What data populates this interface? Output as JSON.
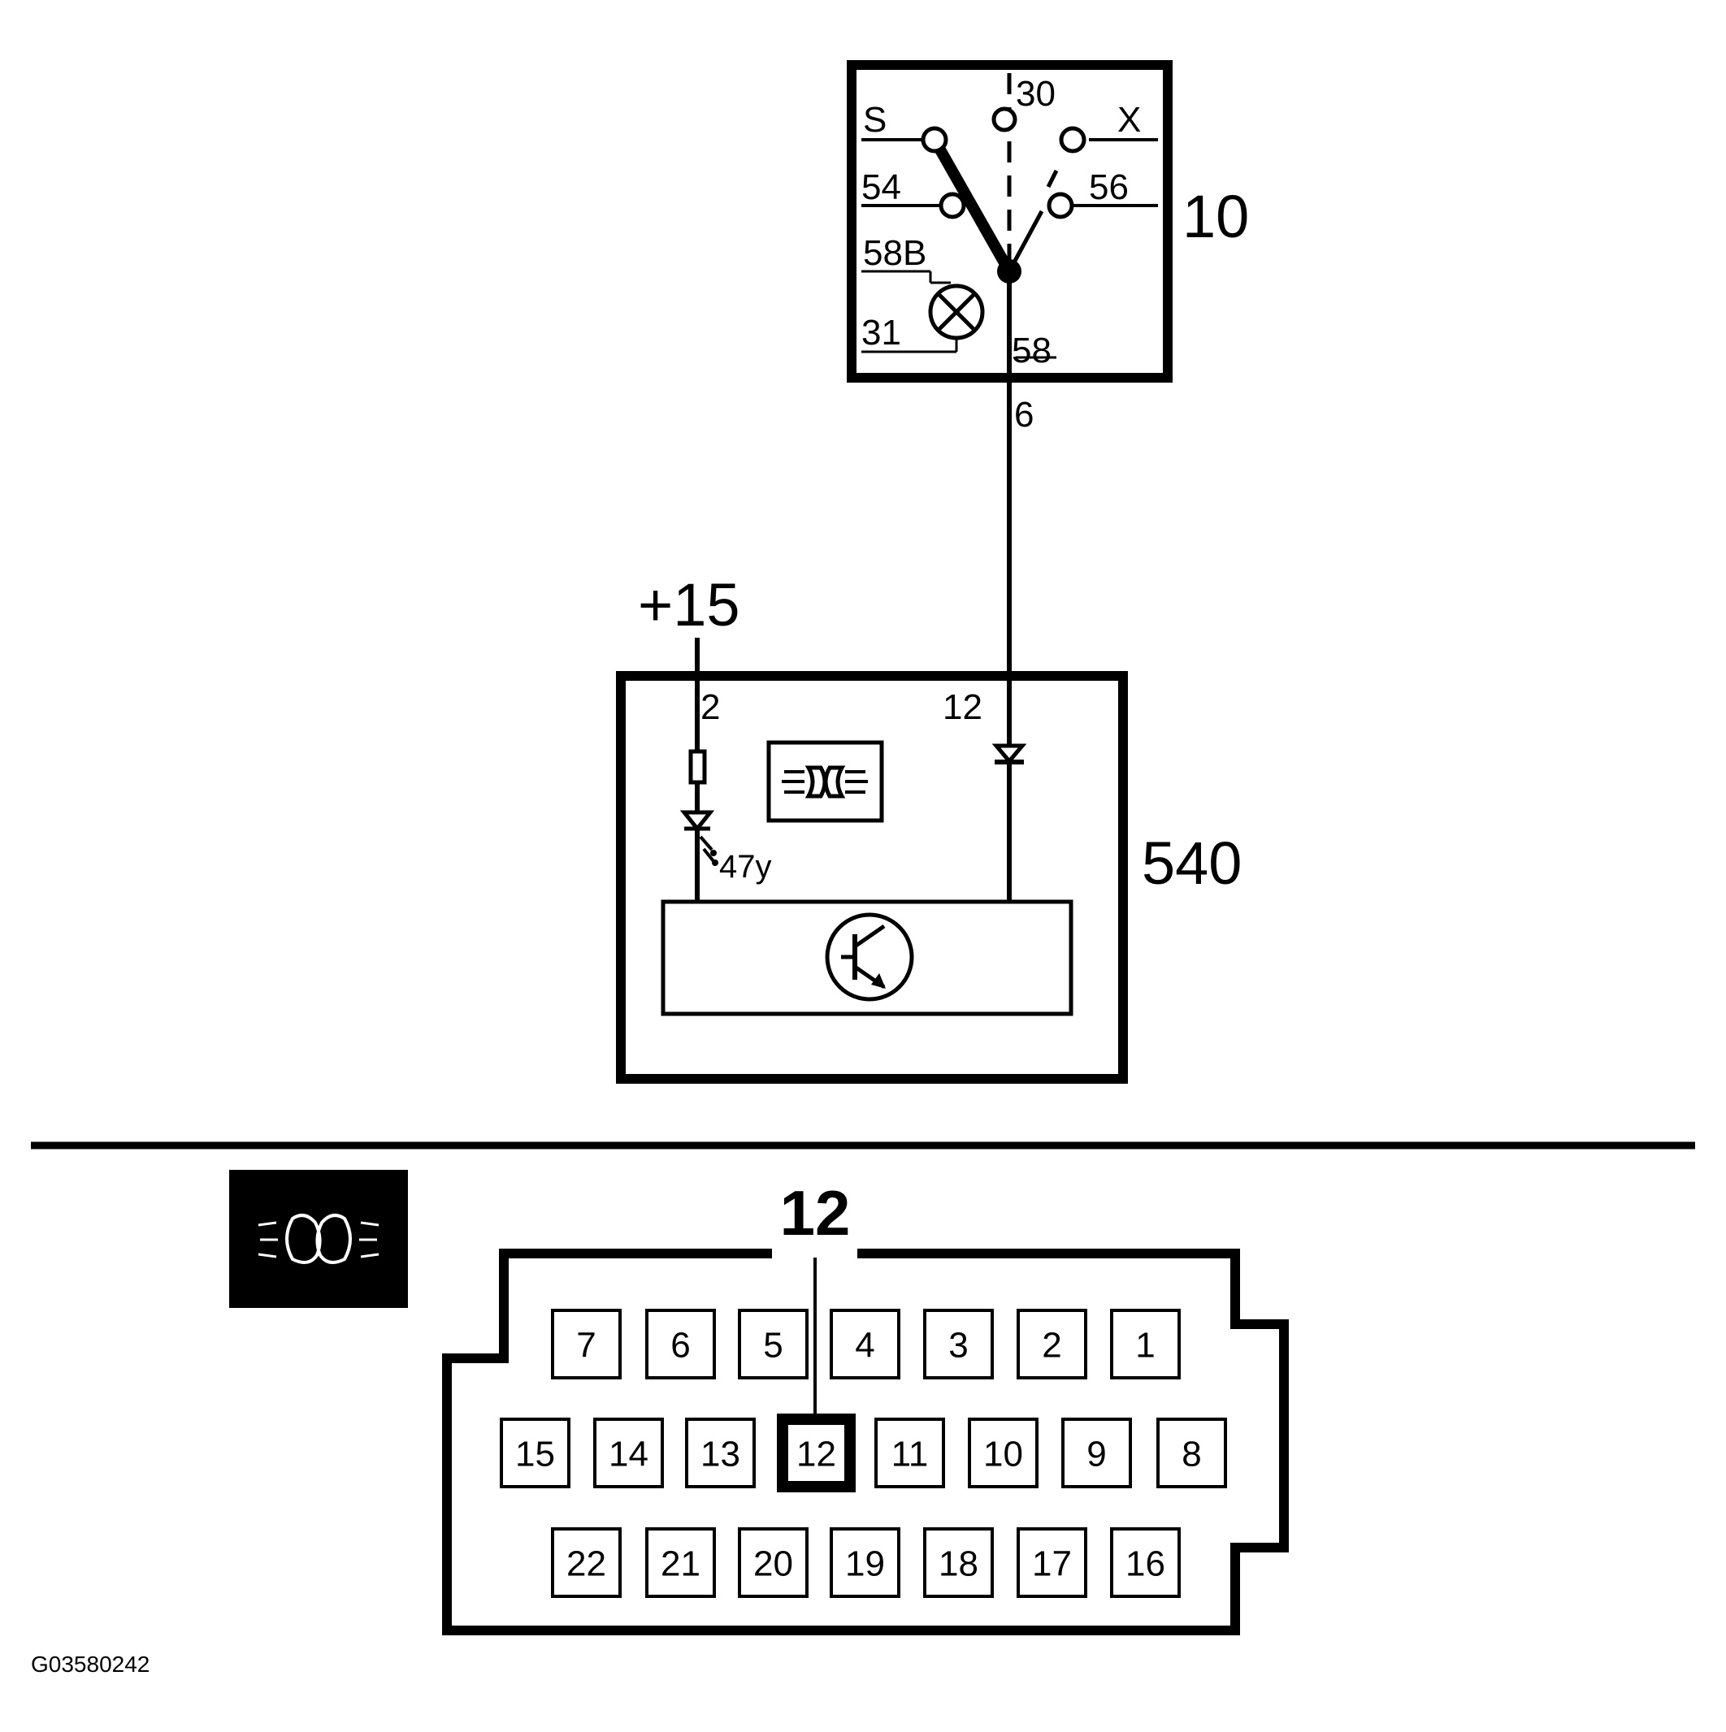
{
  "switch_component": {
    "id": "10",
    "terminals": {
      "s": "S",
      "t30": "30",
      "x": "X",
      "t54": "54",
      "t56": "56",
      "t58b": "58B",
      "t31": "31",
      "t58": "58"
    },
    "wire_label": "6"
  },
  "module_component": {
    "id": "540",
    "supply": "+15",
    "pin_left": "2",
    "pin_right": "12",
    "led_label": "47y"
  },
  "connector": {
    "highlighted_pin": "12",
    "row1": [
      "7",
      "6",
      "5",
      "4",
      "3",
      "2",
      "1"
    ],
    "row2": [
      "15",
      "14",
      "13",
      "12",
      "11",
      "10",
      "9",
      "8"
    ],
    "row3": [
      "22",
      "21",
      "20",
      "19",
      "18",
      "17",
      "16"
    ]
  },
  "icons": {
    "light_icon": "headlight-icon"
  },
  "footer": {
    "ref_code": "G03580242"
  }
}
